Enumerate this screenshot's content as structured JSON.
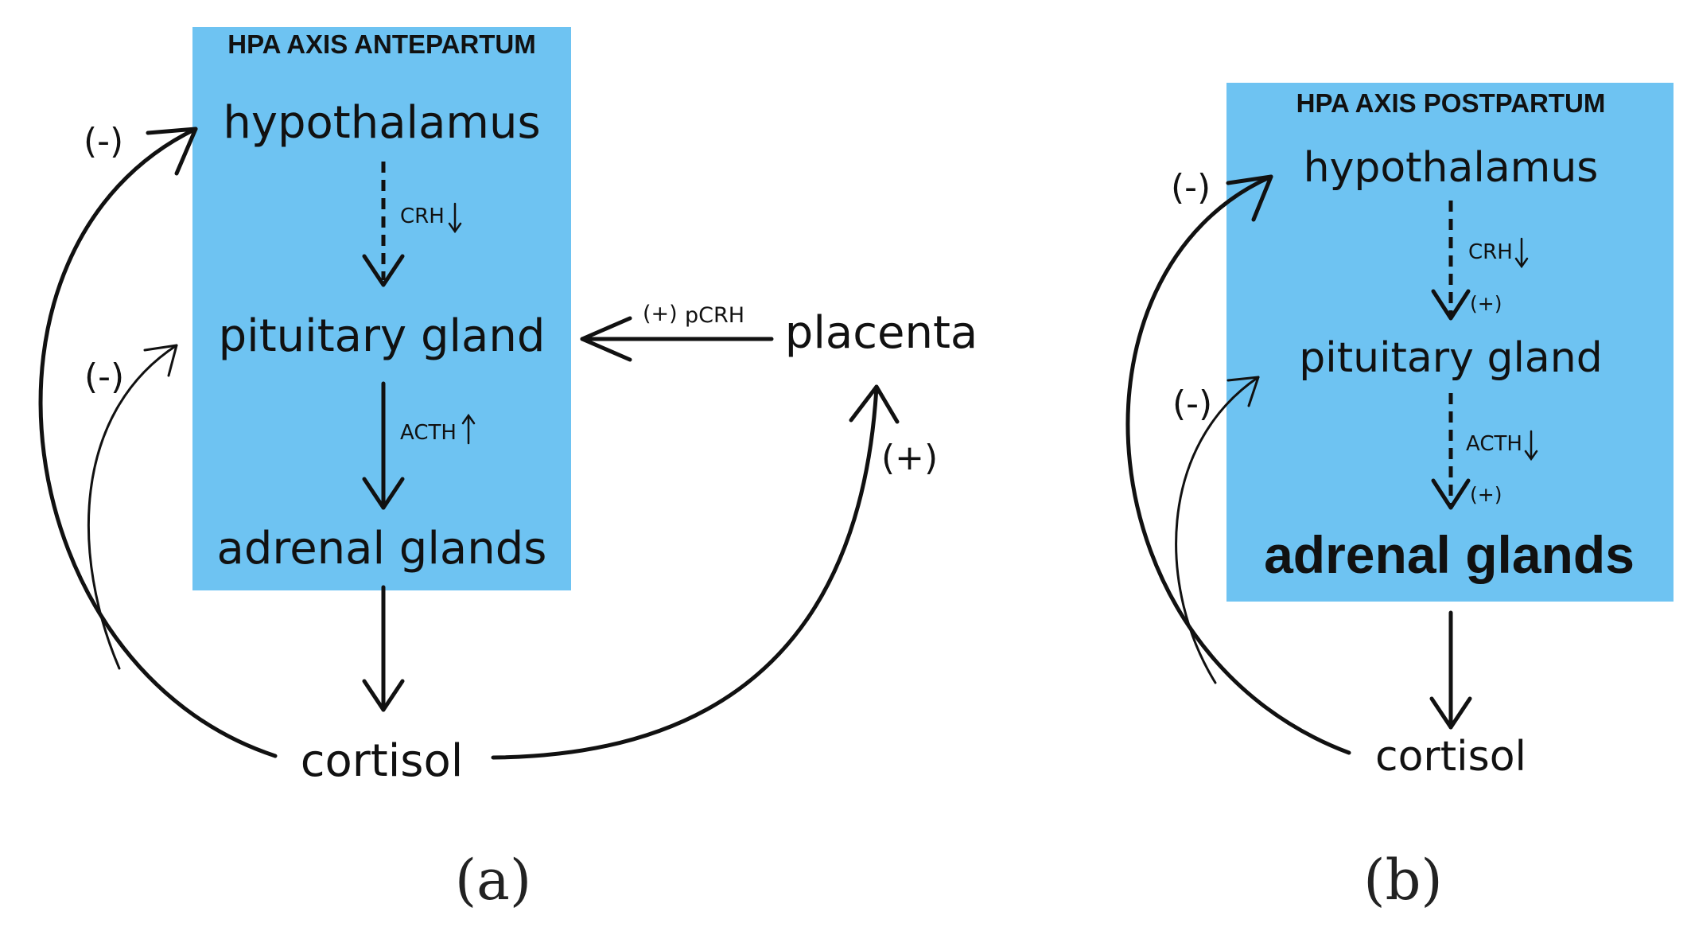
{
  "panel_a": {
    "box_title": "HPA AXIS ANTEPARTUM",
    "box_color": "#6ec3f2",
    "hypothalamus": "hypothalamus",
    "pituitary": "pituitary gland",
    "adrenal": "adrenal glands",
    "cortisol": "cortisol",
    "placenta": "placenta",
    "crh_label": "CRH",
    "crh_trend": "down",
    "acth_label": "ACTH",
    "acth_trend": "up",
    "pcrh_sign": "(+)",
    "pcrh_label": "pCRH",
    "fb_hypothalamus": "(-)",
    "fb_pituitary": "(-)",
    "fb_placenta": "(+)",
    "caption": "(a)"
  },
  "panel_b": {
    "box_title": "HPA AXIS POSTPARTUM",
    "box_color": "#6ec3f2",
    "hypothalamus": "hypothalamus",
    "pituitary": "pituitary gland",
    "adrenal": "adrenal glands",
    "cortisol": "cortisol",
    "crh_label": "CRH",
    "crh_trend": "down",
    "crh_sign": "(+)",
    "acth_label": "ACTH",
    "acth_trend": "down",
    "acth_sign": "(+)",
    "fb_hypothalamus": "(-)",
    "fb_pituitary": "(-)",
    "caption": "(b)"
  }
}
